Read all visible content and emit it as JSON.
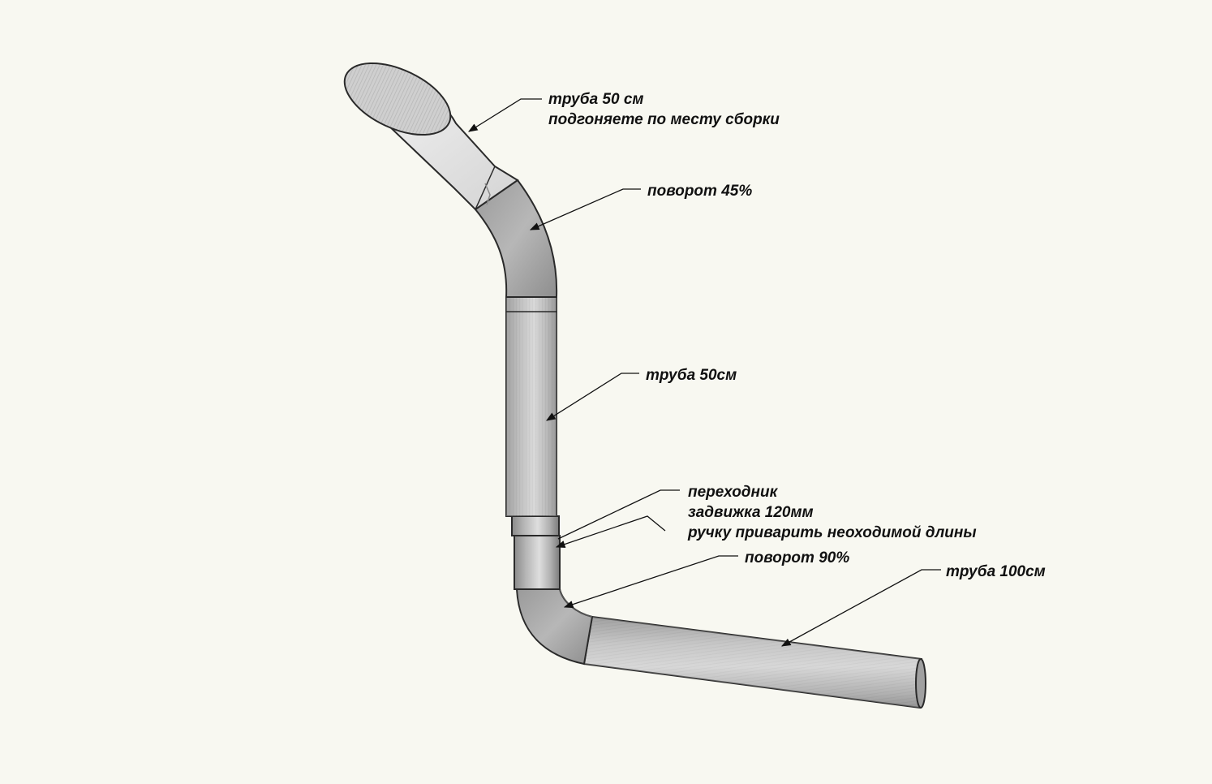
{
  "labels": {
    "top_pipe": {
      "line1": "труба 50 см",
      "line2": "подгоняете по месту сборки"
    },
    "bend_45": "поворот 45%",
    "middle_pipe": "труба 50см",
    "adapter": {
      "line1": "переходник",
      "line2": "задвижка 120мм",
      "line3": "ручку приварить неоходимой длины"
    },
    "bend_90": "поворот 90%",
    "bottom_pipe": "труба 100см"
  },
  "colors": {
    "background": "#f8f8f1",
    "metal_light": "#d6d6d6",
    "metal_mid": "#a9a9a9",
    "metal_dark": "#7d7d7d",
    "outline": "#2a2a2a",
    "text": "#111111"
  }
}
